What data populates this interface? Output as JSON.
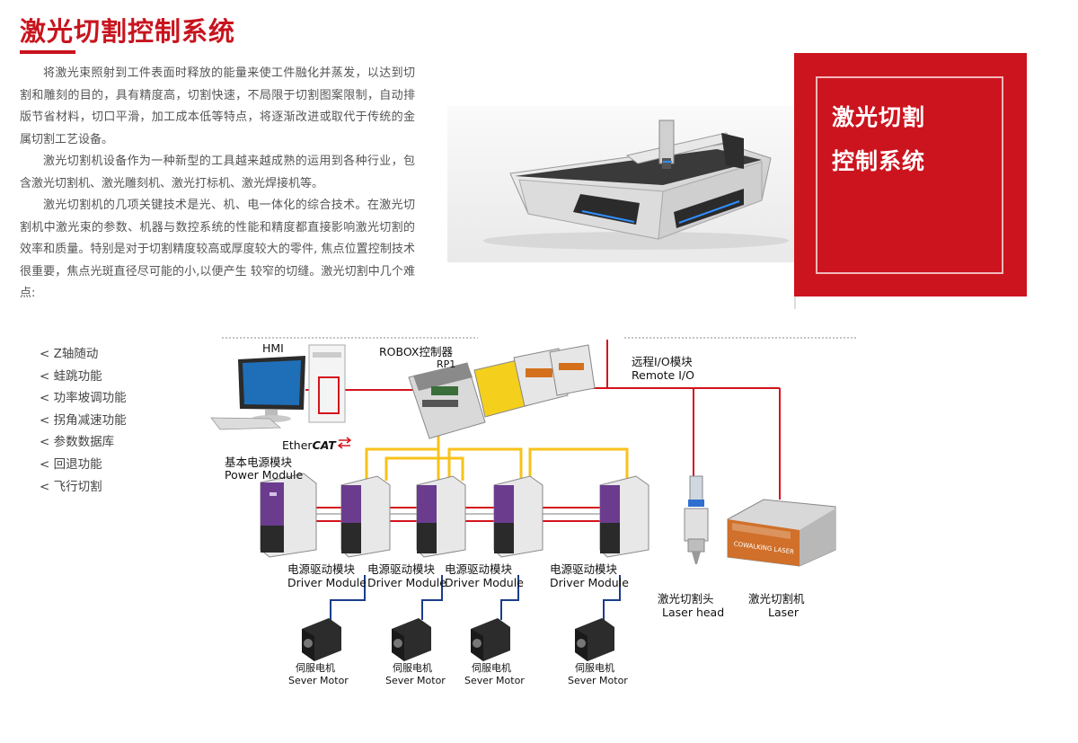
{
  "title": "激光切割控制系统",
  "intro": {
    "paragraphs": [
      "将激光束照射到工件表面时释放的能量来使工件融化并蒸发，以达到切割和雕刻的目的，具有精度高，切割快速，不局限于切割图案限制，自动排版节省材料，切口平滑，加工成本低等特点，将逐渐改进或取代于传统的金属切割工艺设备。",
      "激光切割机设备作为一种新型的工具越来越成熟的运用到各种行业，包含激光切割机、激光雕刻机、激光打标机、激光焊接机等。",
      "激光切割机的几项关键技术是光、机、电一体化的综合技术。在激光切割机中激光束的参数、机器与数控系统的性能和精度都直接影响激光切割的效率和质量。特别是对于切割精度较高或厚度较大的零件, 焦点位置控制技术很重要，焦点光斑直径尽可能的小,以便产生 较窄的切缝。激光切割中几个难点:"
    ]
  },
  "banner": {
    "line1": "激光切割",
    "line2": "控制系统"
  },
  "features": [
    "< Z轴随动",
    "< 蛙跳功能",
    "< 功率坡调功能",
    "< 拐角减速功能",
    "< 参数数据库",
    "< 回退功能",
    "< 飞行切割"
  ],
  "diagram": {
    "hmi": "HMI",
    "robox": "ROBOX控制器",
    "robox_sub": "RP1",
    "ethercat_ether": "Ether",
    "ethercat_cat": "CAT",
    "remote_io_cn": "远程I/O模块",
    "remote_io_en": "Remote I/O",
    "power_cn": "基本电源模块",
    "power_en": "Power Module",
    "drivers": [
      {
        "cn": "电源驱动模块",
        "en": "Driver Module"
      },
      {
        "cn": "电源驱动模块",
        "en": "Driver Module"
      },
      {
        "cn": "电源驱动模块",
        "en": "Driver Module"
      },
      {
        "cn": "电源驱动模块",
        "en": "Driver Module"
      }
    ],
    "motors": [
      {
        "cn": "伺服电机",
        "en": "Sever Motor"
      },
      {
        "cn": "伺服电机",
        "en": "Sever Motor"
      },
      {
        "cn": "伺服电机",
        "en": "Sever Motor"
      },
      {
        "cn": "伺服电机",
        "en": "Sever Motor"
      }
    ],
    "laser_head_cn": "激光切割头",
    "laser_head_en": "Laser head",
    "laser_cn": "激光切割机",
    "laser_en": "Laser",
    "laser_brand": "COWALKING LASER"
  },
  "colors": {
    "accent": "#c8141e",
    "bus_yellow": "#f7c21a",
    "cable_red": "#d4141c",
    "motor_blue": "#1b3c8c",
    "module_purple": "#6b3c8e"
  }
}
